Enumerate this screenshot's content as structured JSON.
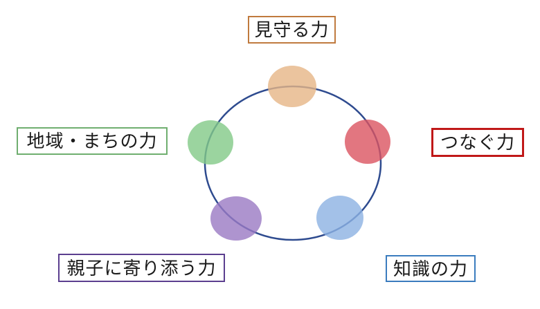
{
  "diagram": {
    "type": "cycle-diagram",
    "ring": {
      "color": "#2E4B8F"
    },
    "nodes": [
      {
        "label": "見守る力",
        "position": "top",
        "ellipse_color": "#E6B586",
        "label_border_color": "#C07A3E"
      },
      {
        "label": "つなぐ力",
        "position": "right",
        "ellipse_color": "#DB5460",
        "label_border_color": "#C01818"
      },
      {
        "label": "地域・まちの力",
        "position": "left",
        "ellipse_color": "#82C987",
        "label_border_color": "#6FAE6F"
      },
      {
        "label": "親子に寄り添う力",
        "position": "bottom-left",
        "ellipse_color": "#9A79C3",
        "label_border_color": "#5B3E8F"
      },
      {
        "label": "知識の力",
        "position": "bottom-right",
        "ellipse_color": "#8CB2E2",
        "label_border_color": "#3A7CBE"
      }
    ]
  }
}
